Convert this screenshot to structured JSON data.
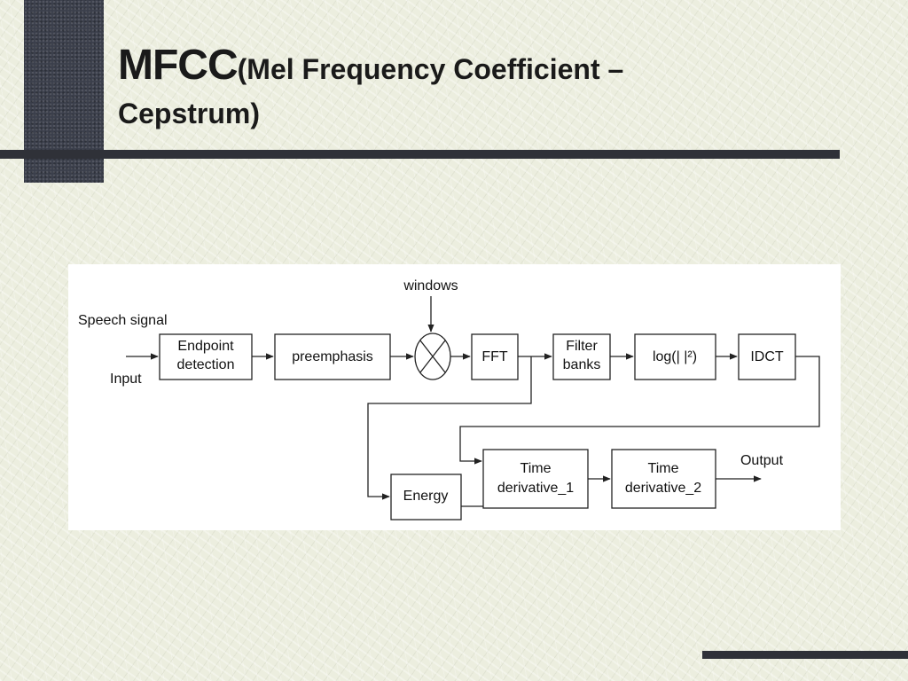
{
  "slide": {
    "title_main": "MFCC",
    "title_paren": "(Mel Frequency Coefficient –",
    "title_line2": "Cepstrum)"
  },
  "diagram": {
    "labels": {
      "speech_signal": "Speech signal",
      "input": "Input",
      "windows": "windows",
      "output": "Output"
    },
    "blocks": {
      "endpoint_line1": "Endpoint",
      "endpoint_line2": "detection",
      "preemphasis": "preemphasis",
      "fft": "FFT",
      "filter_line1": "Filter",
      "filter_line2": "banks",
      "log": "log(| |²)",
      "idct": "IDCT",
      "energy": "Energy",
      "td1_line1": "Time",
      "td1_line2": "derivative_1",
      "td2_line1": "Time",
      "td2_line2": "derivative_2"
    }
  }
}
